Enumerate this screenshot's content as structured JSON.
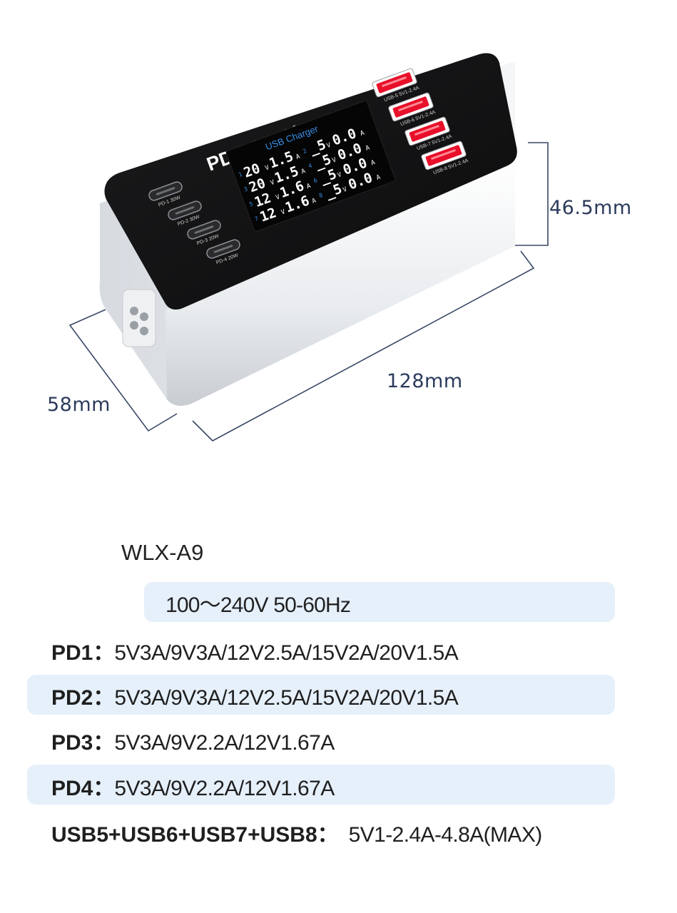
{
  "device": {
    "brand_title": "PD USB Charger",
    "screen_title": "USB Charger",
    "screen_rows": [
      {
        "left_idx": "1",
        "left_v": "20",
        "left_a": "1.5",
        "right_idx": "2",
        "right_v": "5",
        "right_a": "0.0"
      },
      {
        "left_idx": "3",
        "left_v": "20",
        "left_a": "1.5",
        "right_idx": "4",
        "right_v": "5",
        "right_a": "0.0"
      },
      {
        "left_idx": "5",
        "left_v": "12",
        "left_a": "1.6",
        "right_idx": "6",
        "right_v": "5",
        "right_a": "0.0"
      },
      {
        "left_idx": "7",
        "left_v": "12",
        "left_a": "1.6",
        "right_idx": "8",
        "right_v": "5",
        "right_a": "0.0"
      }
    ],
    "pd_ports": [
      "PD-1 30W",
      "PD-2 30W",
      "PD-3 20W",
      "PD-4 20W"
    ],
    "usb_ports": [
      "USB-5 5V1-2.4A",
      "USB-6 5V1-2.4A",
      "USB-7 5V1-2.4A",
      "USB-8 5V1-2.4A"
    ],
    "port_accent": "#e8102a",
    "screen_accent": "#3a8fe8"
  },
  "dimensions": {
    "height": "46.5mm",
    "length": "128mm",
    "width": "58mm"
  },
  "model": "WLX-A9",
  "input": "100～240V 50-60Hz",
  "specs": [
    {
      "key": "PD1：",
      "value": "5V3A/9V3A/12V2.5A/15V2A/20V1.5A"
    },
    {
      "key": "PD2：",
      "value": "5V3A/9V3A/12V2.5A/15V2A/20V1.5A"
    },
    {
      "key": "PD3：",
      "value": "5V3A/9V2.2A/12V1.67A"
    },
    {
      "key": "PD4：",
      "value": "5V3A/9V2.2A/12V1.67A"
    },
    {
      "key": "USB5+USB6+USB7+USB8：",
      "value": "5V1-2.4A-4.8A(MAX)"
    }
  ],
  "colors": {
    "band": "#e6f0fb",
    "dimension_text": "#2c3b5c"
  }
}
